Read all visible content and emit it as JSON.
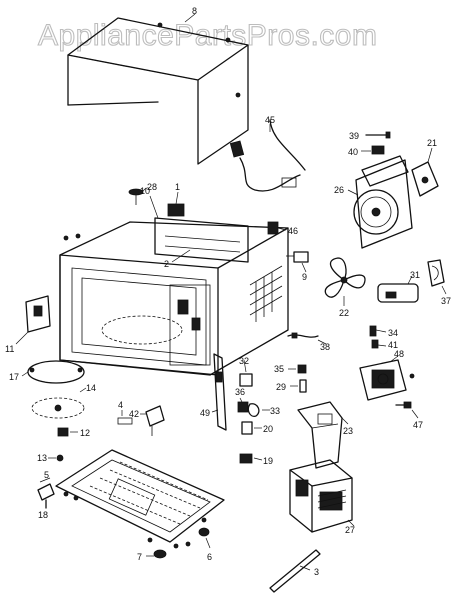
{
  "watermark": "AppliancePartsPros.com",
  "callouts": {
    "c1": "1",
    "c2": "2",
    "c3": "3",
    "c4": "4",
    "c5": "5",
    "c6": "6",
    "c7": "7",
    "c8": "8",
    "c9": "9",
    "c10": "10",
    "c11": "11",
    "c12": "12",
    "c13": "13",
    "c14": "14",
    "c17": "17",
    "c18": "18",
    "c19": "19",
    "c20": "20",
    "c21": "21",
    "c22": "22",
    "c23": "23",
    "c26": "26",
    "c27": "27",
    "c28": "28",
    "c29": "29",
    "c31": "31",
    "c32": "32",
    "c33": "33",
    "c34": "34",
    "c35": "35",
    "c36": "36",
    "c37": "37",
    "c38": "38",
    "c39": "39",
    "c40": "40",
    "c41": "41",
    "c42": "42",
    "c45": "45",
    "c46": "46",
    "c47": "47",
    "c48": "48",
    "c49": "49"
  }
}
